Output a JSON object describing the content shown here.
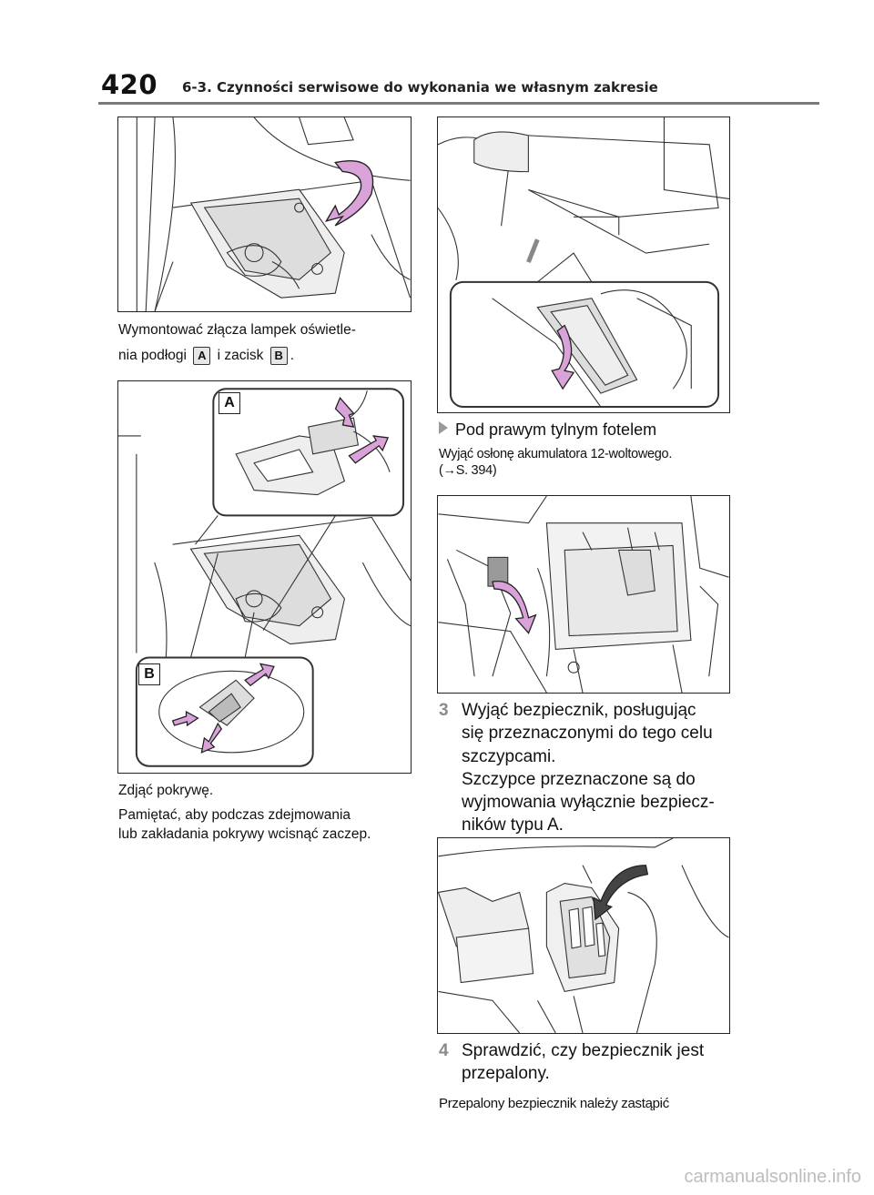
{
  "header": {
    "page_number": "420",
    "section_title": "6-3. Czynności serwisowe do wykonania we własnym zakresie"
  },
  "left_column": {
    "caption1_line1": "Wymontować złącza lampek oświetle-",
    "caption1_line2_a": "nia podłogi",
    "label_a": "A",
    "caption1_line2_b": "i zacisk",
    "label_b": "B",
    "caption1_line2_end": ".",
    "figure2_label_a": "A",
    "figure2_label_b": "B",
    "caption2": "Zdjąć pokrywę.",
    "caption3_line1": "Pamiętać, aby podczas zdejmowania",
    "caption3_line2": "lub zakładania pokrywy wcisnąć zaczep."
  },
  "right_column": {
    "bullet_heading": "Pod prawym tylnym fotelem",
    "bullet_text_line1": "Wyjąć osłonę akumulatora 12-woltowego.",
    "bullet_text_line2": "(→S. 394)",
    "step3": {
      "number": "3",
      "text": "Wyjąć bezpiecznik, posługując\nsię przeznaczonymi do tego celu\nszczypcami.\nSzczypce przeznaczone są do\nwyjmowania wyłącznie bezpiecz-\nników typu A."
    },
    "step4": {
      "number": "4",
      "text": "Sprawdzić, czy bezpiecznik jest\nprzepalony."
    },
    "final_text": "Przepalony bezpiecznik należy zastąpić"
  },
  "footer": {
    "watermark": "carmanualsonline.info"
  },
  "colors": {
    "arrow_fill": "#d9a3d9",
    "arrow_stroke": "#222222",
    "rule": "#7a7a7a"
  }
}
